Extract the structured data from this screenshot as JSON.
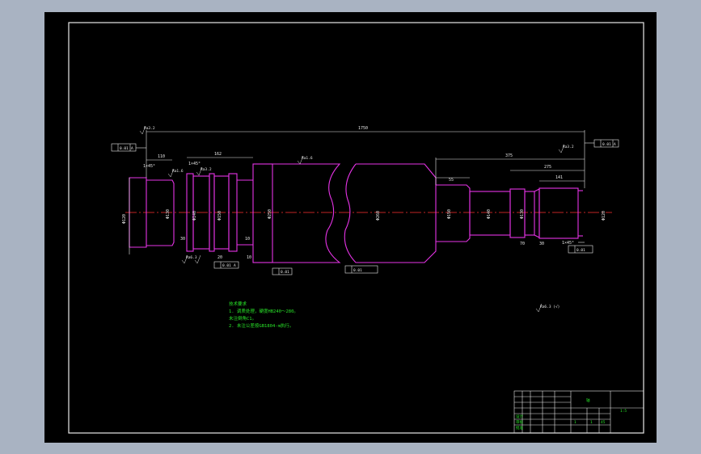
{
  "dimensions": {
    "overall_length": "1750",
    "left_step_a": "110",
    "left_step_b": "162",
    "right_step_a": "375",
    "right_step_b": "275",
    "right_step_c": "141",
    "right_groove": "55",
    "small_a": "30",
    "small_b": "20",
    "small_c": "10",
    "small_d": "70",
    "small_e": "30",
    "small_f": "10",
    "chamfer_left": "1×45°",
    "chamfer_left2": "1×45°",
    "chamfer_right": "1×45°",
    "dia_left_end": "Φ120",
    "dia_left": "Φ130",
    "dia_mid1": "Φ140",
    "dia_mid2": "Φ150",
    "dia_body": "Φ250",
    "dia_big": "Φ260",
    "dia_r1": "Φ150",
    "dia_r2": "Φ140",
    "dia_r3": "Φ130",
    "dia_r4": "Φ120"
  },
  "roughness": {
    "r1": "Ra3.2",
    "r2": "Ra1.6",
    "r3": "Ra3.2",
    "r4": "Ra1.6",
    "r5": "Ra3.2",
    "r6": "Ra6.3",
    "general": "Ra6.3 (√)"
  },
  "tolerances": {
    "runout_left": "0.01",
    "runout_left_ref": "A",
    "runout_right": "0.01",
    "runout_right_ref": "A",
    "runout_mid": "0.01",
    "runout_mid_ref": "A",
    "flat_mid": "0.01",
    "flat_low": "0.01",
    "runout_right_low": "0.01"
  },
  "notes": {
    "title": "技术要求",
    "line1": "1. 调质处理，硬度HB240～280。",
    "line2": "   未注倒角C1。",
    "line3": "2. 未注公差按GB1804-m执行。"
  },
  "title_block": {
    "part_name": "轴",
    "scale": "1:5",
    "material": "45",
    "sheet": "1",
    "count": "1",
    "drawn": "设计",
    "check": "审核",
    "approve": "批准"
  }
}
